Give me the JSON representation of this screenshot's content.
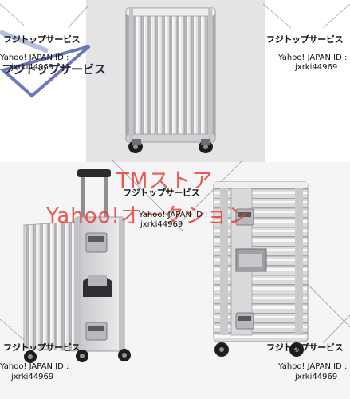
{
  "watermarks": {
    "brand": "フジトップサービス",
    "yahoo_id_label": "Yahoo! JAPAN ID :",
    "yahoo_id_value": "jxrki44969",
    "store": "TMストア",
    "auction": "Yahoo!オークション"
  },
  "colors": {
    "aluminum": "#d8d9db",
    "aluminum_dark": "#a9abae",
    "shadow": "#6d6f72",
    "wheel": "#1d1d1f",
    "watermark_red": "#e8403a"
  }
}
